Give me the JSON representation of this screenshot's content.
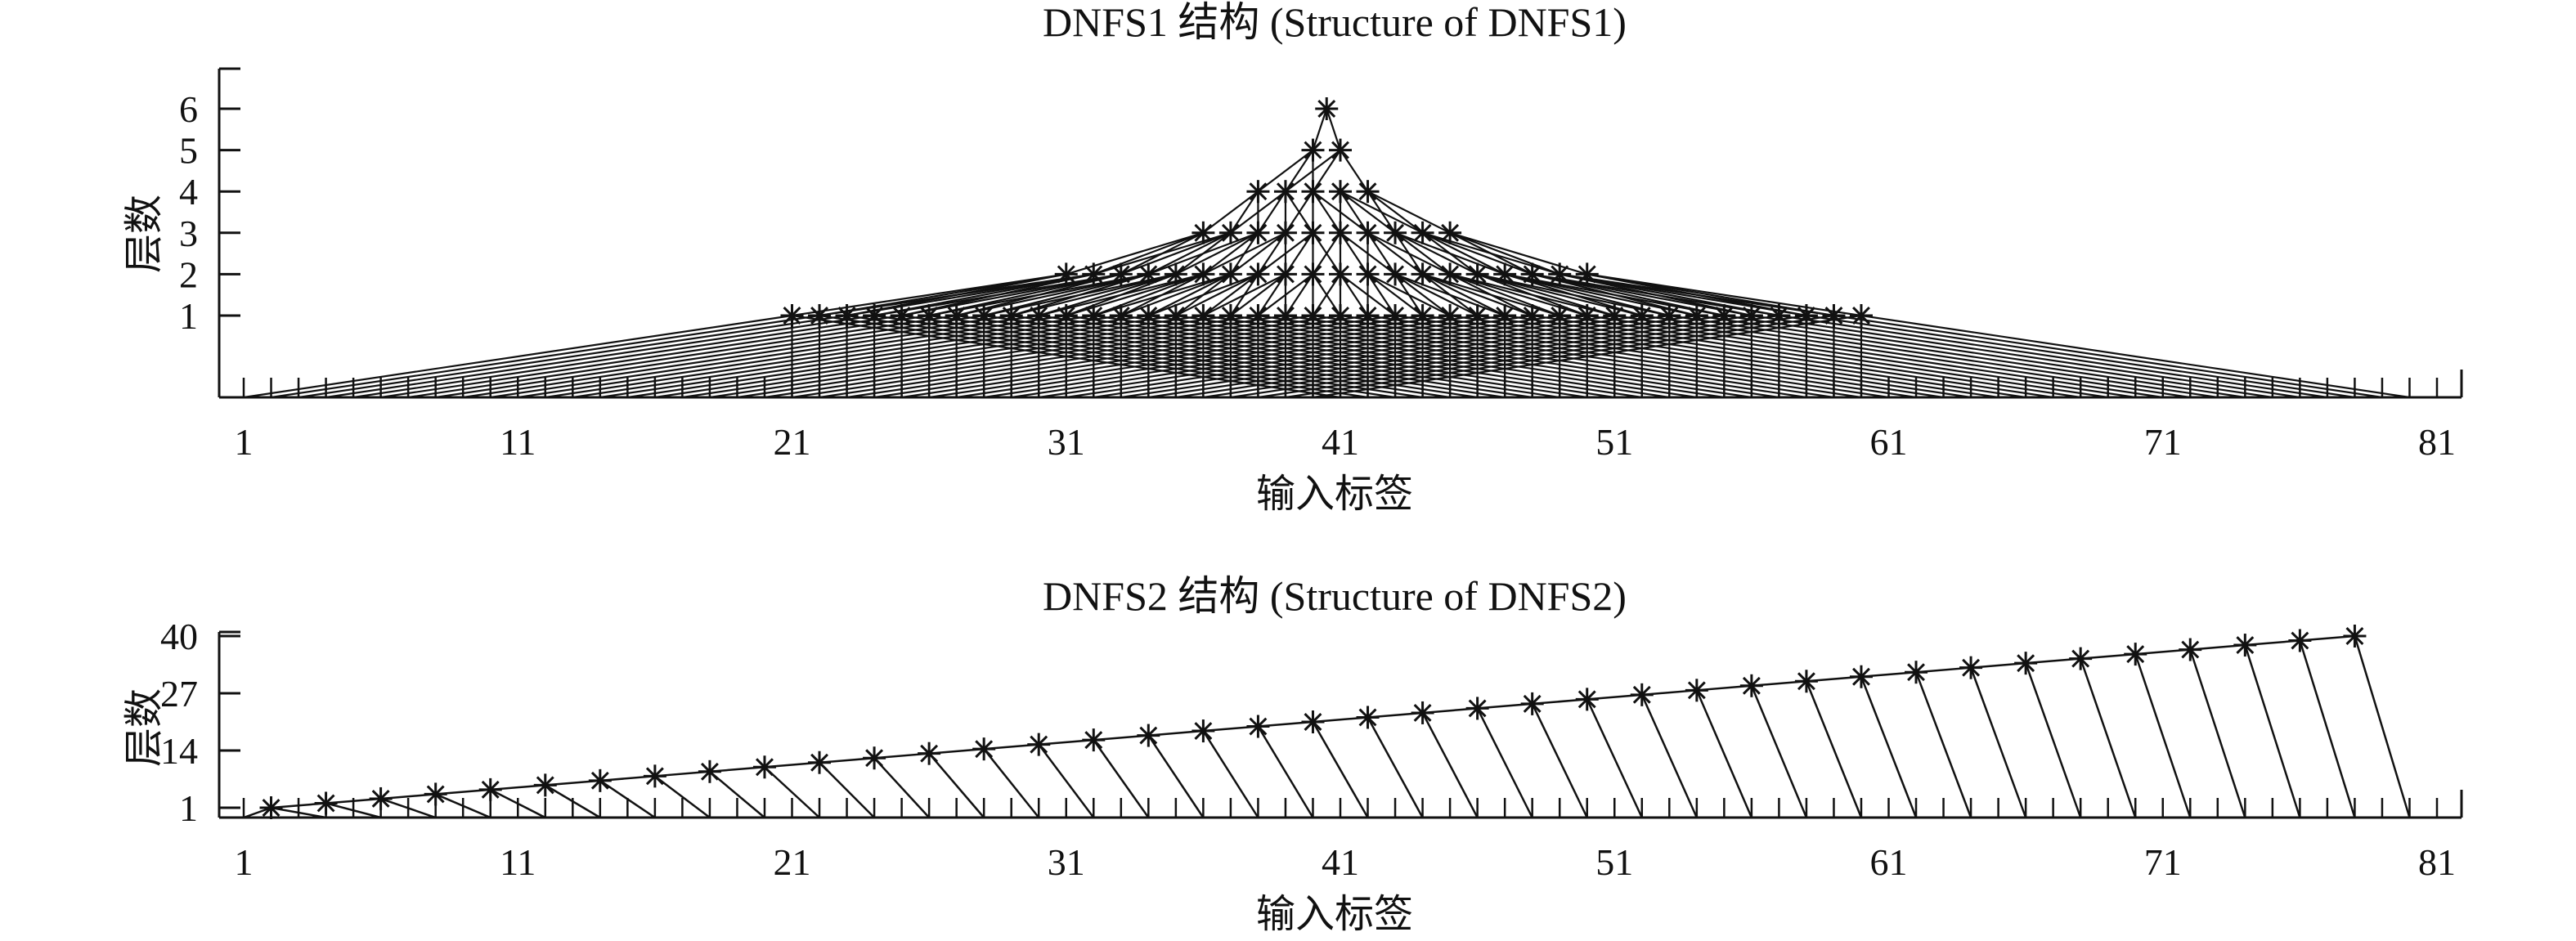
{
  "chart_data": [
    {
      "type": "network",
      "title": "DNFS1 结构 (Structure of DNFS1)",
      "xlabel": "输入标签",
      "ylabel": "层数",
      "xlim": [
        1,
        81
      ],
      "xticks": [
        1,
        11,
        21,
        31,
        41,
        51,
        61,
        71,
        81
      ],
      "yticks": [
        1,
        2,
        3,
        4,
        5,
        6
      ],
      "ylim": [
        -1,
        7
      ],
      "input_labels": {
        "from": 1,
        "to": 81
      },
      "layers": [
        {
          "layer": 1,
          "x_from": 21,
          "x_to": 60,
          "count": 40,
          "span": 42
        },
        {
          "layer": 2,
          "x_from": 31,
          "x_to": 50,
          "count": 20,
          "span": 3
        },
        {
          "layer": 3,
          "x_from": 36,
          "x_to": 45,
          "count": 10,
          "span": 3
        },
        {
          "layer": 4,
          "x_from": 38,
          "x_to": 42,
          "count": 5,
          "span": 3
        },
        {
          "layer": 5,
          "x_from": 40,
          "x_to": 41,
          "count": 2,
          "span": 3
        },
        {
          "layer": 6,
          "x_from": 40.5,
          "x_to": 40.5,
          "count": 1,
          "span": 2
        }
      ],
      "marker": "asterisk",
      "color": "#111111"
    },
    {
      "type": "network",
      "title": "DNFS2 结构 (Structure of DNFS2)",
      "xlabel": "输入标签",
      "ylabel": "层数",
      "xlim": [
        1,
        81
      ],
      "xticks": [
        1,
        11,
        21,
        31,
        41,
        51,
        61,
        71,
        81
      ],
      "yticks": [
        1,
        14,
        27,
        40
      ],
      "ylim": [
        -1,
        41
      ],
      "input_labels": {
        "from": 1,
        "to": 81
      },
      "nodes_x_from": 2,
      "nodes_x_to": 79,
      "nodes_x_step": 2,
      "layer_from": 1,
      "layer_to": 40,
      "marker": "asterisk",
      "color": "#111111"
    }
  ]
}
